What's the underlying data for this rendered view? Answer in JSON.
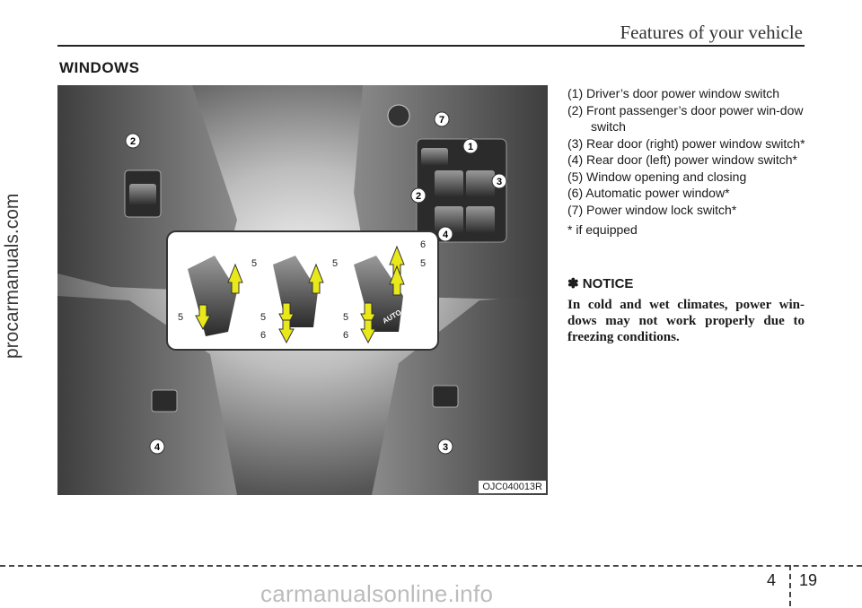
{
  "header": {
    "title": "Features of your vehicle"
  },
  "section": {
    "title": "WINDOWS"
  },
  "figure": {
    "code": "OJC040013R",
    "callouts": [
      "1",
      "2",
      "3",
      "4",
      "5",
      "6",
      "7"
    ],
    "switch_label": "AUTO"
  },
  "legend": {
    "items": [
      "(1) Driver’s door power window switch",
      "(2) Front passenger’s door power win-dow switch",
      "(3) Rear door (right) power window switch*",
      "(4) Rear door (left) power window switch*",
      "(5) Window opening and closing",
      "(6) Automatic power window*",
      "(7) Power window lock switch*"
    ],
    "footnote": "* if equipped"
  },
  "notice": {
    "symbol": "✽",
    "title": "NOTICE",
    "body": "In cold and wet climates, power win-dows may not work properly due to freezing conditions."
  },
  "footer": {
    "chapter": "4",
    "page": "19"
  },
  "watermarks": {
    "left": "procarmanuals.com",
    "bottom": "carmanualsonline.info"
  },
  "colors": {
    "arrow": "#e8e81a",
    "frame": "#5a5a5a",
    "rule": "#222222"
  }
}
